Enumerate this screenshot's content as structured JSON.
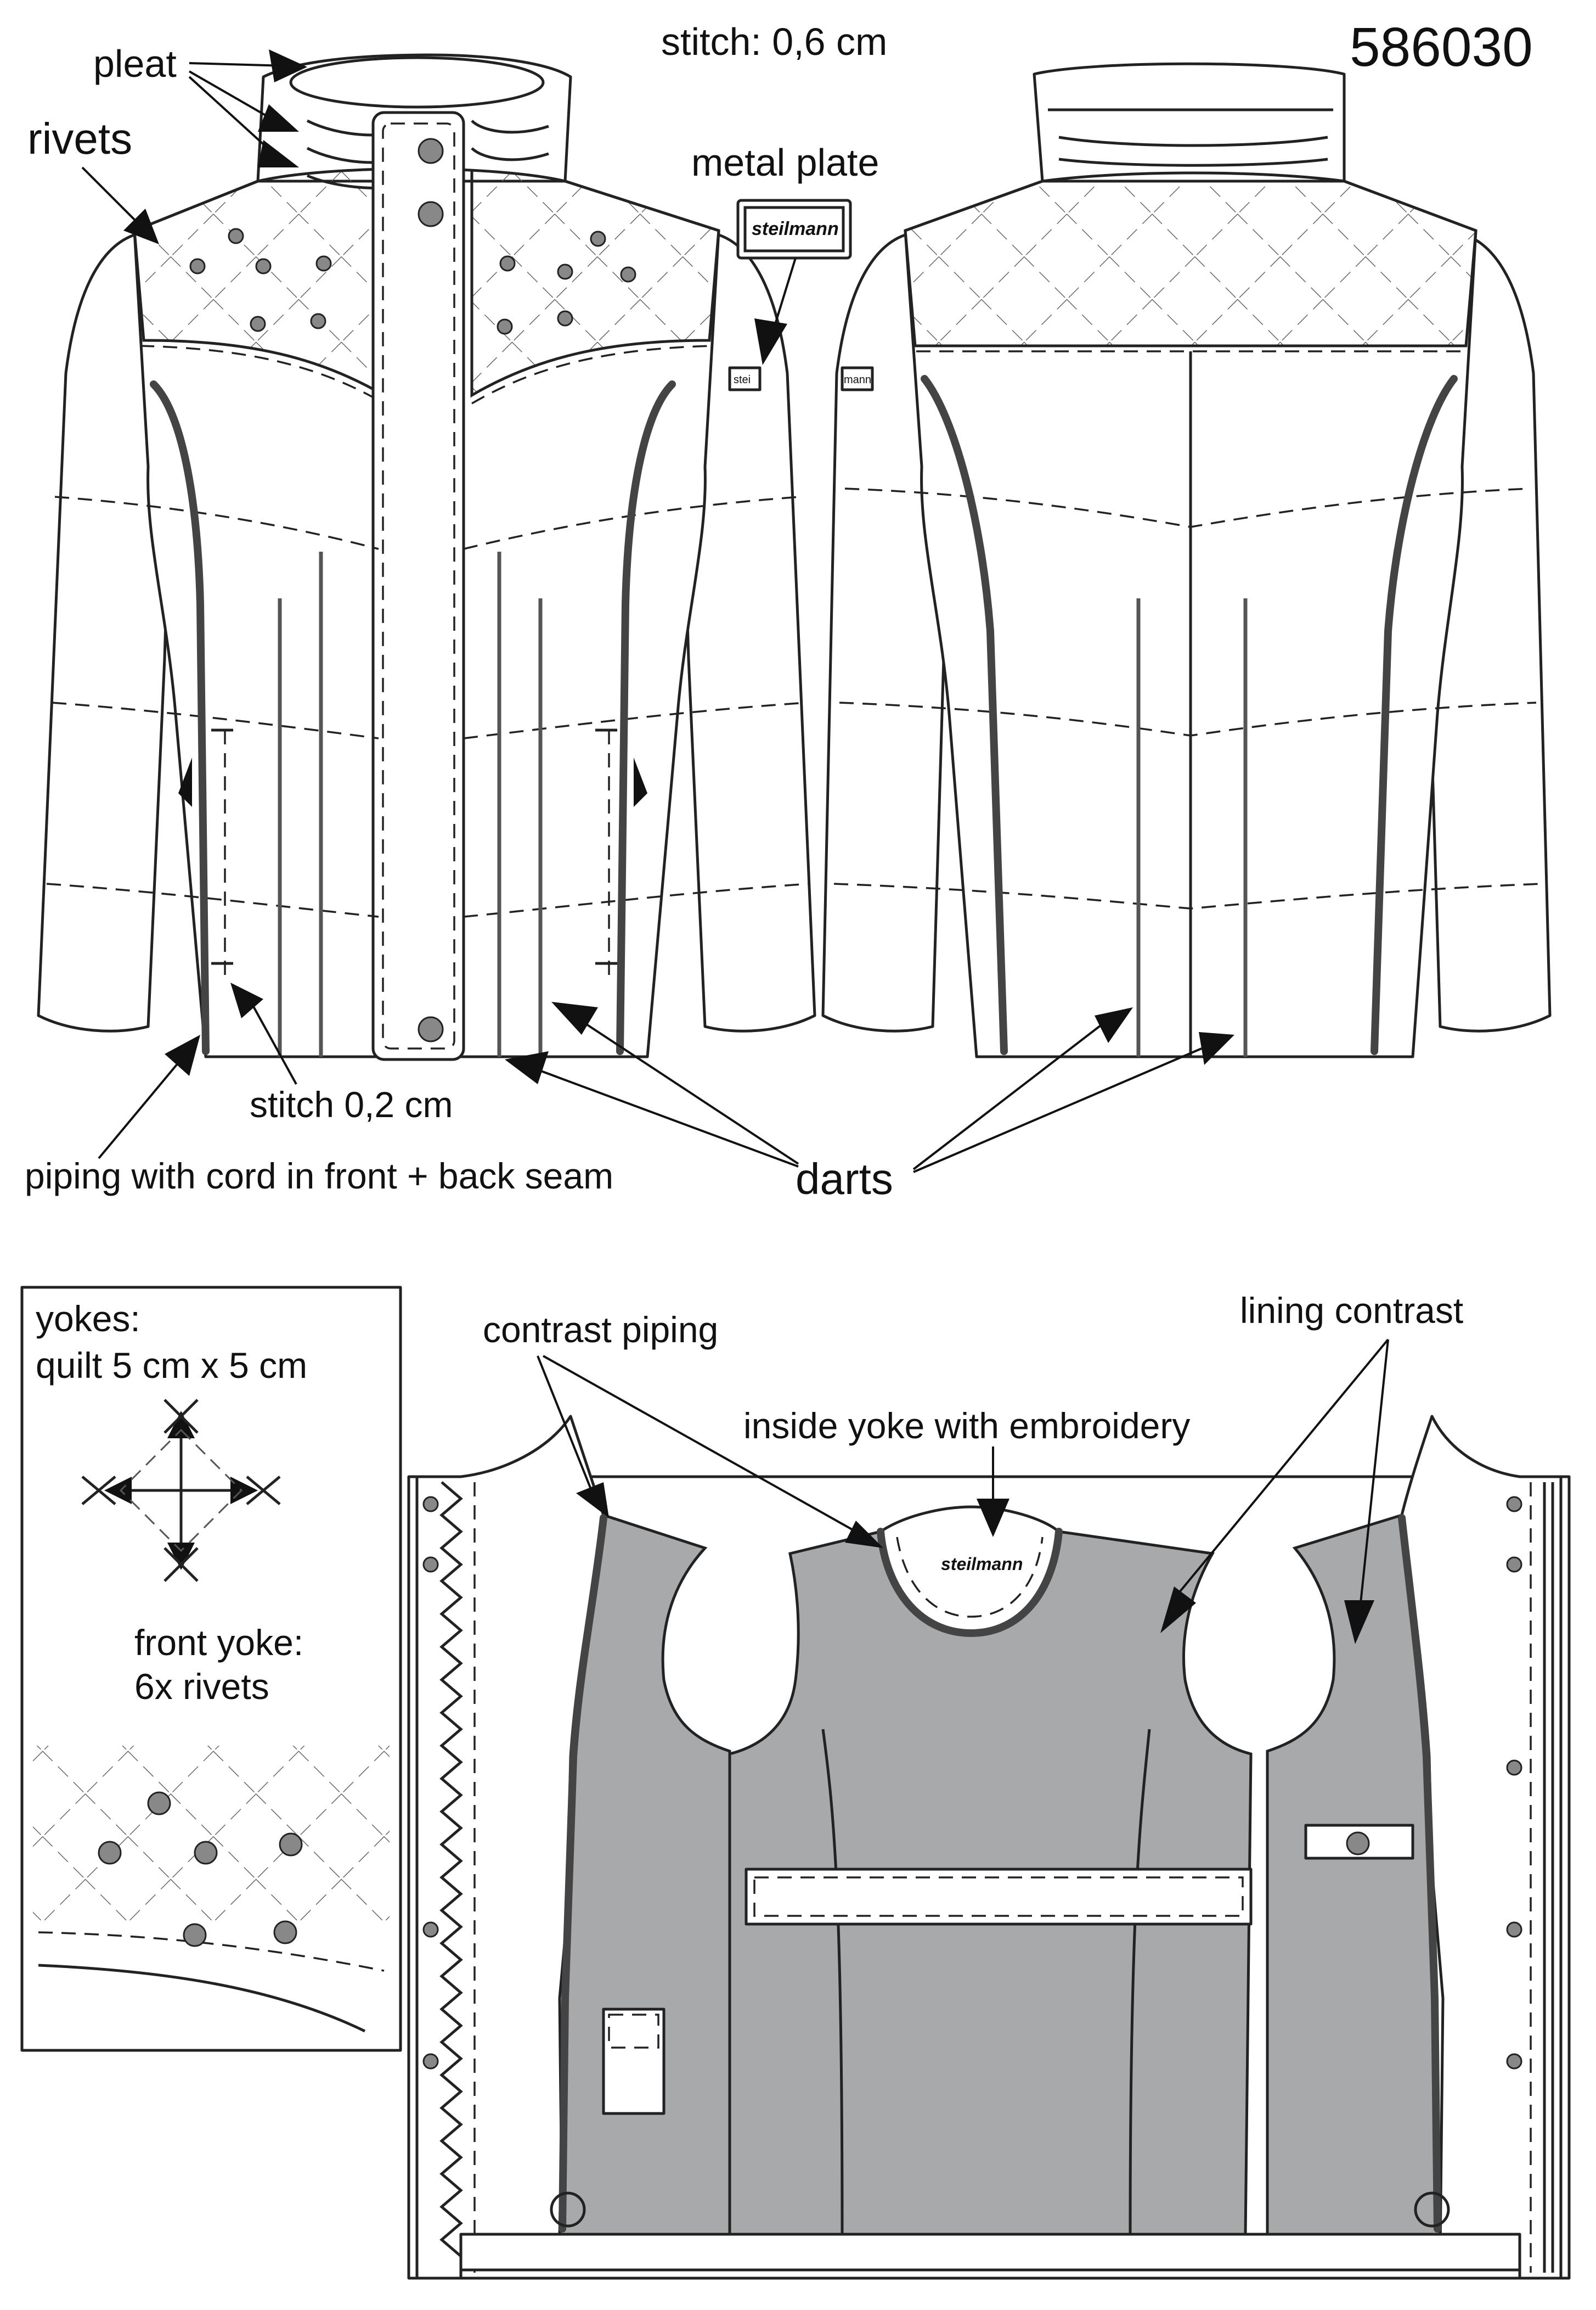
{
  "style_number": "586030",
  "labels": {
    "pleat": "pleat",
    "rivets": "rivets",
    "stitch_06": "stitch: 0,6 cm",
    "metal_plate": "metal plate",
    "plate_text": "steilmann",
    "stitch_02": "stitch 0,2 cm",
    "piping": "piping with cord in front + back seam",
    "darts": "darts",
    "contrast_piping": "contrast piping",
    "inside_yoke": "inside yoke with embroidery",
    "lining_contrast": "lining contrast",
    "embroidery_text": "steilmann",
    "sleeve_plate_front": "stei",
    "sleeve_plate_back": "mann"
  },
  "info_box": {
    "yokes_title": "yokes:",
    "quilt_size": "quilt 5 cm x 5 cm",
    "front_yoke_title": "front yoke:",
    "rivet_count": "6x rivets"
  },
  "colors": {
    "lining": "#a8a9ab",
    "piping": "#444444",
    "rivet": "#888888",
    "outline": "#222222"
  }
}
